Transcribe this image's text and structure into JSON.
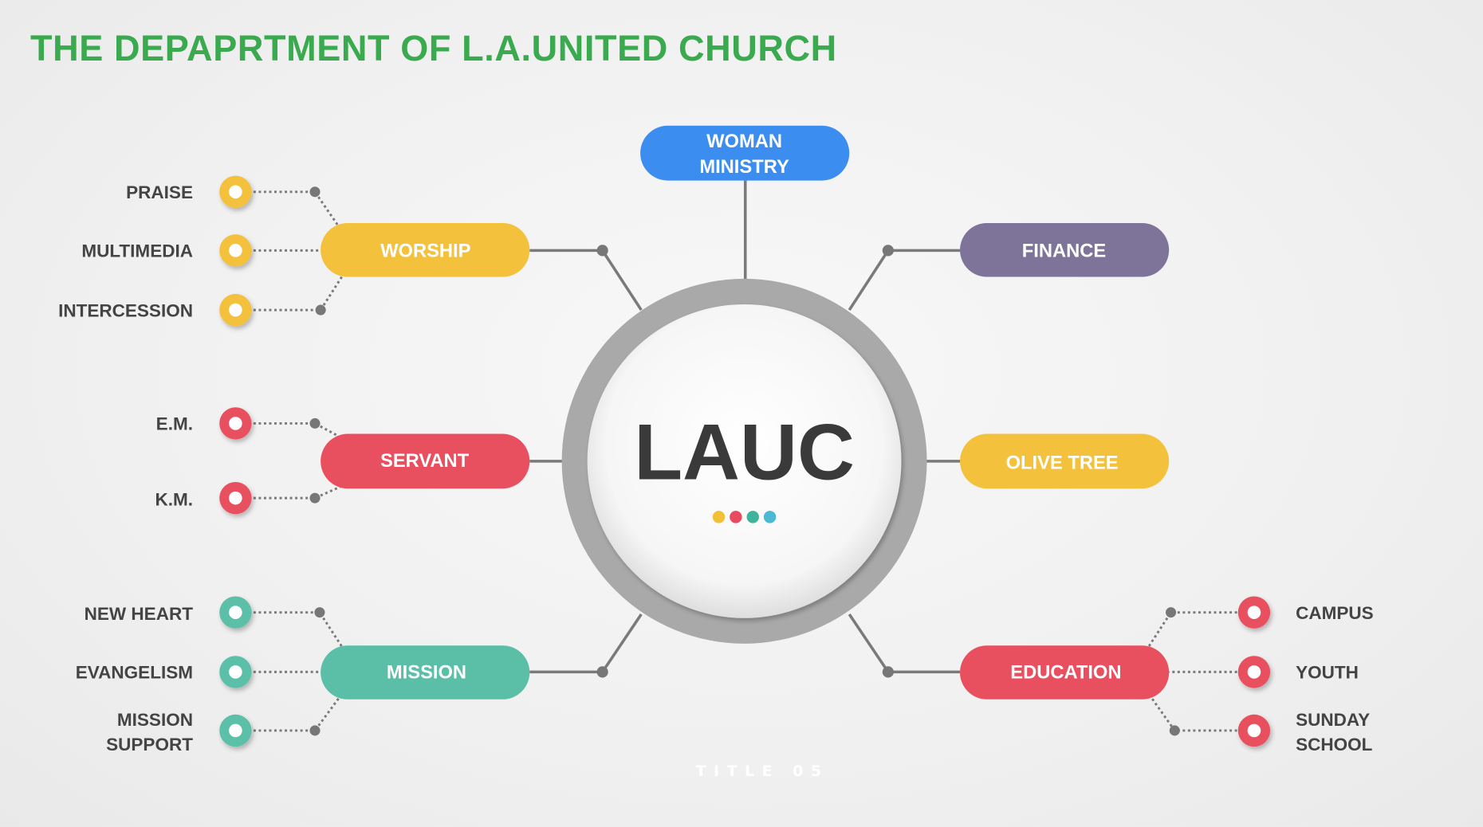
{
  "title": "THE DEPAPRTMENT OF L.A.UNITED CHURCH",
  "center": {
    "label": "LAUC",
    "dot_colors": [
      "#f2bf36",
      "#e84a5f",
      "#3fb39b",
      "#4bb9d4"
    ]
  },
  "departments": {
    "woman_ministry": {
      "line1": "WOMAN",
      "line2": "MINISTRY",
      "color": "#3b8ef0"
    },
    "worship": {
      "label": "WORSHIP",
      "color": "#f4c13d",
      "subs": [
        "PRAISE",
        "MULTIMEDIA",
        "INTERCESSION"
      ]
    },
    "servant": {
      "label": "SERVANT",
      "color": "#e8505f",
      "subs": [
        "E.M.",
        "K.M."
      ]
    },
    "mission": {
      "label": "MISSION",
      "color": "#5bbfa8",
      "subs": [
        "NEW HEART",
        "EVANGELISM",
        "MISSION",
        "SUPPORT"
      ]
    },
    "finance": {
      "label": "FINANCE",
      "color": "#7e7499"
    },
    "olive_tree": {
      "label": "OLIVE TREE",
      "color": "#f4c13d"
    },
    "education": {
      "label": "EDUCATION",
      "color": "#e8505f",
      "subs": [
        "CAMPUS",
        "YOUTH",
        "SUNDAY",
        "SCHOOL"
      ]
    }
  },
  "footer": "TITLE 05"
}
